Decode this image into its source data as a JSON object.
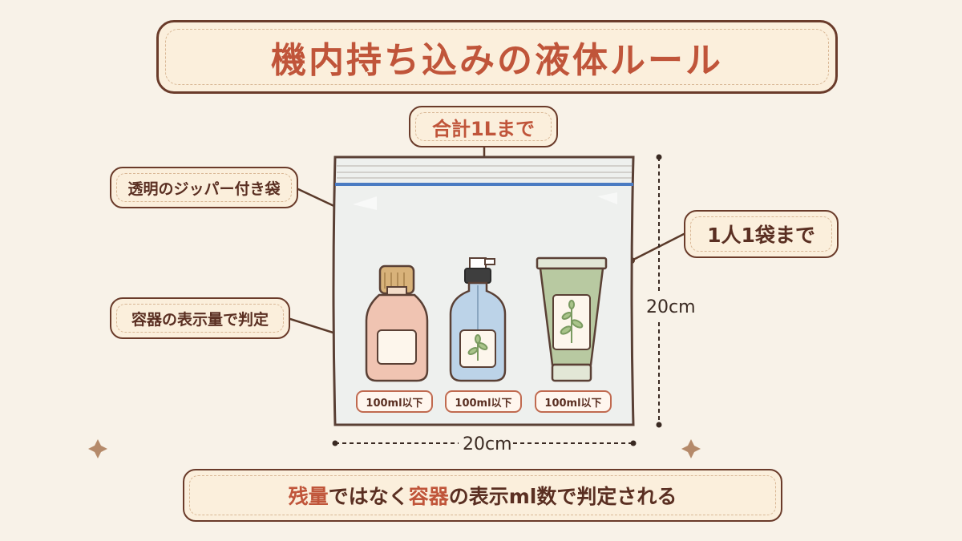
{
  "title": "機内持ち込みの液体ルール",
  "total_limit": "合計1Lまで",
  "callouts": {
    "bag": "透明のジッパー付き袋",
    "container": "容器の表示量で判定",
    "per_person": "1人1袋まで"
  },
  "dimensions": {
    "width": "20cm",
    "height": "20cm"
  },
  "containers": [
    {
      "kind": "bottle",
      "label": "100ml以下"
    },
    {
      "kind": "spray",
      "label": "100ml以下"
    },
    {
      "kind": "tube",
      "label": "100ml以下"
    }
  ],
  "footer": {
    "part1": "残量",
    "part2": "ではなく",
    "part3": "容器",
    "part4": "の表示ml数で判定される"
  },
  "icons": [
    "sparkle-icon",
    "airplane-icon",
    "leaf-icon"
  ],
  "colors": {
    "background": "#f8f2e8",
    "accent": "#c0553a",
    "outline": "#6a3b2a",
    "zipper": "#4a7bc2",
    "tube": "#b8c9a1"
  }
}
